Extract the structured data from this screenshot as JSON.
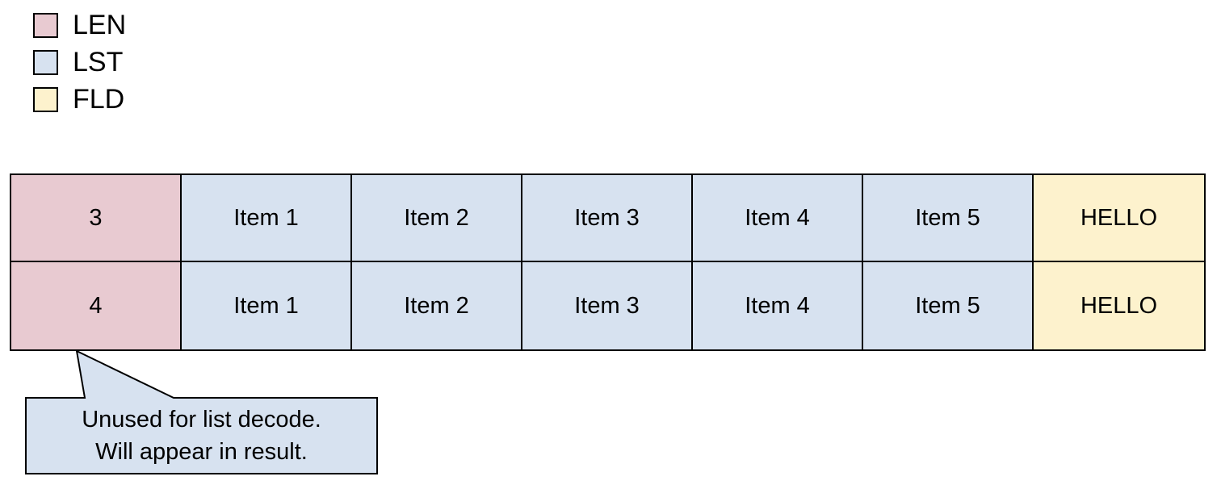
{
  "colors": {
    "len": "#e8cad1",
    "lst": "#d7e2f0",
    "fld": "#fdf2cd",
    "border": "#000000"
  },
  "legend": {
    "items": [
      {
        "key": "len",
        "label": "LEN"
      },
      {
        "key": "lst",
        "label": "LST"
      },
      {
        "key": "fld",
        "label": "FLD"
      }
    ]
  },
  "table": {
    "col_types": [
      "LEN",
      "LST",
      "LST",
      "LST",
      "LST",
      "LST",
      "FLD"
    ],
    "rows": [
      [
        "3",
        "Item 1",
        "Item 2",
        "Item 3",
        "Item 4",
        "Item 5",
        "HELLO"
      ],
      [
        "4",
        "Item 1",
        "Item 2",
        "Item 3",
        "Item 4",
        "Item 5",
        "HELLO"
      ]
    ]
  },
  "callout": {
    "lines": [
      "Unused for list decode.",
      "Will appear in result."
    ]
  }
}
